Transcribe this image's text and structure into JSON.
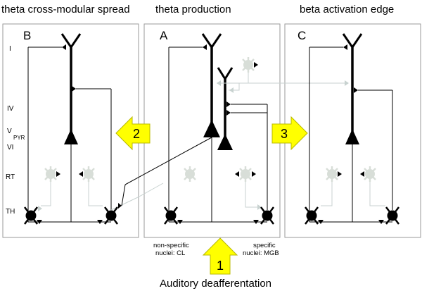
{
  "headers": {
    "left": "theta cross-modular spread",
    "center": "theta production",
    "right": "beta activation edge"
  },
  "panels": {
    "left": "B",
    "center": "A",
    "right": "C"
  },
  "layers": {
    "l1": "I",
    "l4": "IV",
    "l5": "V",
    "pyr": "PYR",
    "l6": "VI",
    "rt": "RT",
    "th": "TH"
  },
  "arrows": {
    "left": "2",
    "right": "3",
    "bottom": "1"
  },
  "nuclei": {
    "nonspecific_line1": "non-specific",
    "nonspecific_line2": "nuclei: CL",
    "specific_line1": "specific",
    "specific_line2": "nuclei: MGB"
  },
  "footer": "Auditory deafferentation",
  "colors": {
    "arrow_fill": "#ffff00",
    "arrow_stroke": "#b8b800",
    "active_neuron": "#000000",
    "inactive_neuron": "#d8ded8",
    "inactive_line": "#c8d2d0",
    "panel_border": "#9a9a9a"
  }
}
